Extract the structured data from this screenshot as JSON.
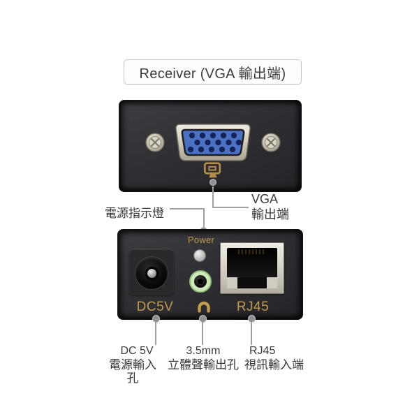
{
  "title": "Receiver (VGA 輸出端)",
  "annotations": {
    "power_led": "電源指示燈",
    "vga_out": {
      "line1": "VGA",
      "line2": "輸出端"
    },
    "dc": {
      "line1": "DC 5V",
      "line2": "電源輸入孔"
    },
    "audio": {
      "line1": "3.5mm",
      "line2": "立體聲輸出孔"
    },
    "rj45": {
      "line1": "RJ45",
      "line2": "視訊輸入端"
    }
  },
  "panel_labels": {
    "power": "Power",
    "dc5v": "DC5V",
    "rj45": "RJ45"
  },
  "icons": {
    "vga_connector": "vga-db15-female-connector",
    "monitor": "monitor-icon",
    "headphones": "headphones-icon",
    "power_led": "led-indicator"
  },
  "colors": {
    "gold": "#bf9b52",
    "panel_dark": "#2c2c30",
    "leader_gray": "#a0a0a0",
    "label_text": "#3a3a3a",
    "vga_blue": "#4a70c2",
    "jack_green": "#cfe9bb"
  }
}
